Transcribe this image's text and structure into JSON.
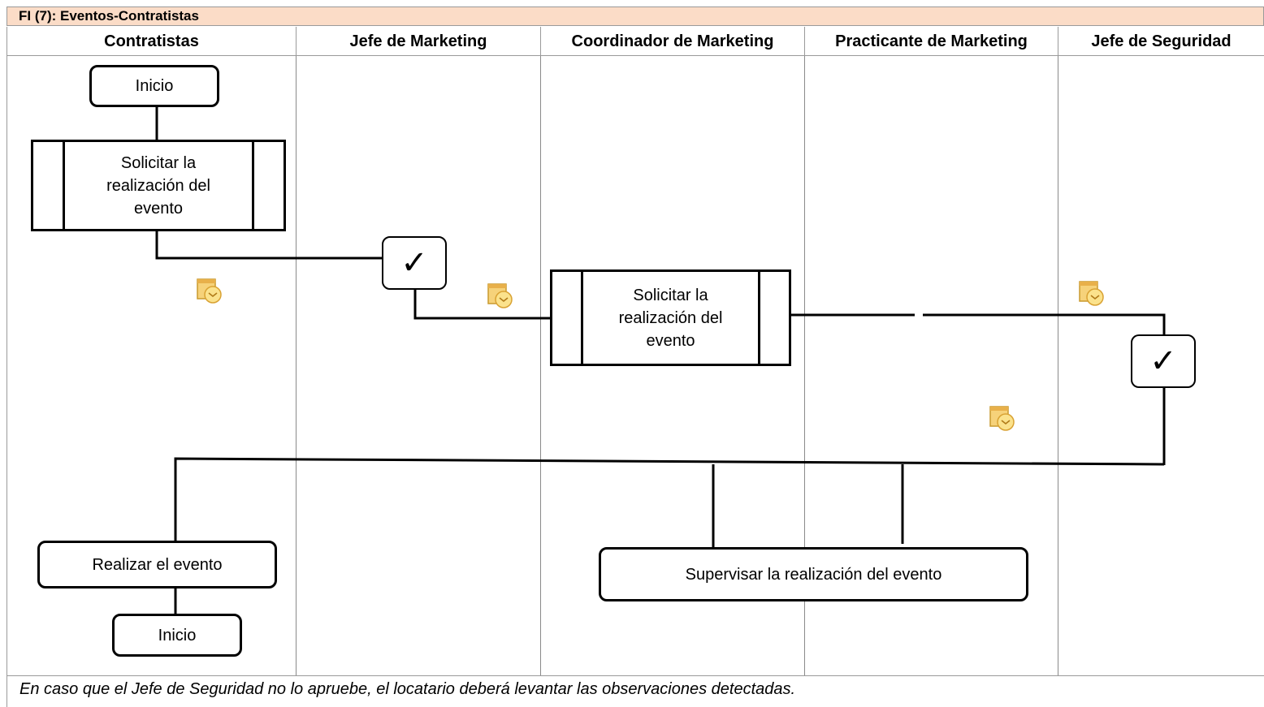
{
  "diagram": {
    "title": "FI (7): Eventos-Contratistas",
    "lanes": [
      "Contratistas",
      "Jefe de Marketing",
      "Coordinador de Marketing",
      "Practicante de Marketing",
      "Jefe de Seguridad"
    ],
    "nodes": {
      "start": "Inicio",
      "request_event_1": "Solicitar la realización del evento",
      "approve_marketing": "✓",
      "request_event_2": "Solicitar la realización del evento",
      "approve_security": "✓",
      "perform_event": "Realizar el evento",
      "end": "Inicio",
      "supervise_event": "Supervisar la realización del evento"
    },
    "icons": [
      "calendar-clock-icon",
      "calendar-clock-icon",
      "calendar-clock-icon",
      "calendar-clock-icon"
    ],
    "note": "En caso que el Jefe de Seguridad no lo apruebe, el locatario deberá levantar las observaciones detectadas."
  }
}
